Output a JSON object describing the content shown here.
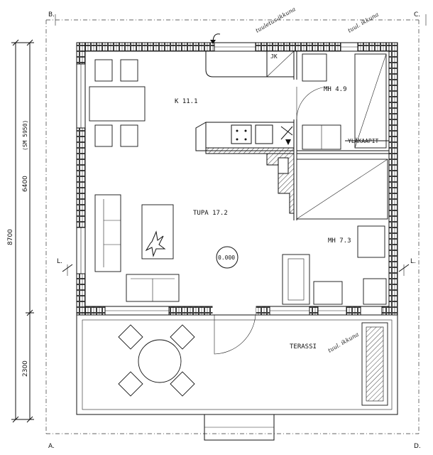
{
  "grid": {
    "corner_b": "B.",
    "corner_c": "C.",
    "corner_a": "A.",
    "corner_d": "D.",
    "section_left": "L.",
    "section_right": "L."
  },
  "dimensions": {
    "total": "8700",
    "upper": "6400",
    "upper_note": "(SM 5950)",
    "terrace": "2300"
  },
  "rooms": {
    "kitchen": "K  11.1",
    "bedroom_small": "MH 4.9",
    "living": "TUPA 17.2",
    "bedroom": "MH 7.3",
    "terrace": "TERASSI",
    "closet": "JK",
    "upper_cabinets": "YLÄKAAPIT"
  },
  "markers": {
    "level": "0.000"
  },
  "handwritten": {
    "note_top_left": "tuuletus-ikkuna",
    "note_top_right": "tuul. ikkuna",
    "note_terrace": "tuul. ikkuna"
  },
  "colors": {
    "ink": "#111111",
    "paper": "#ffffff"
  }
}
